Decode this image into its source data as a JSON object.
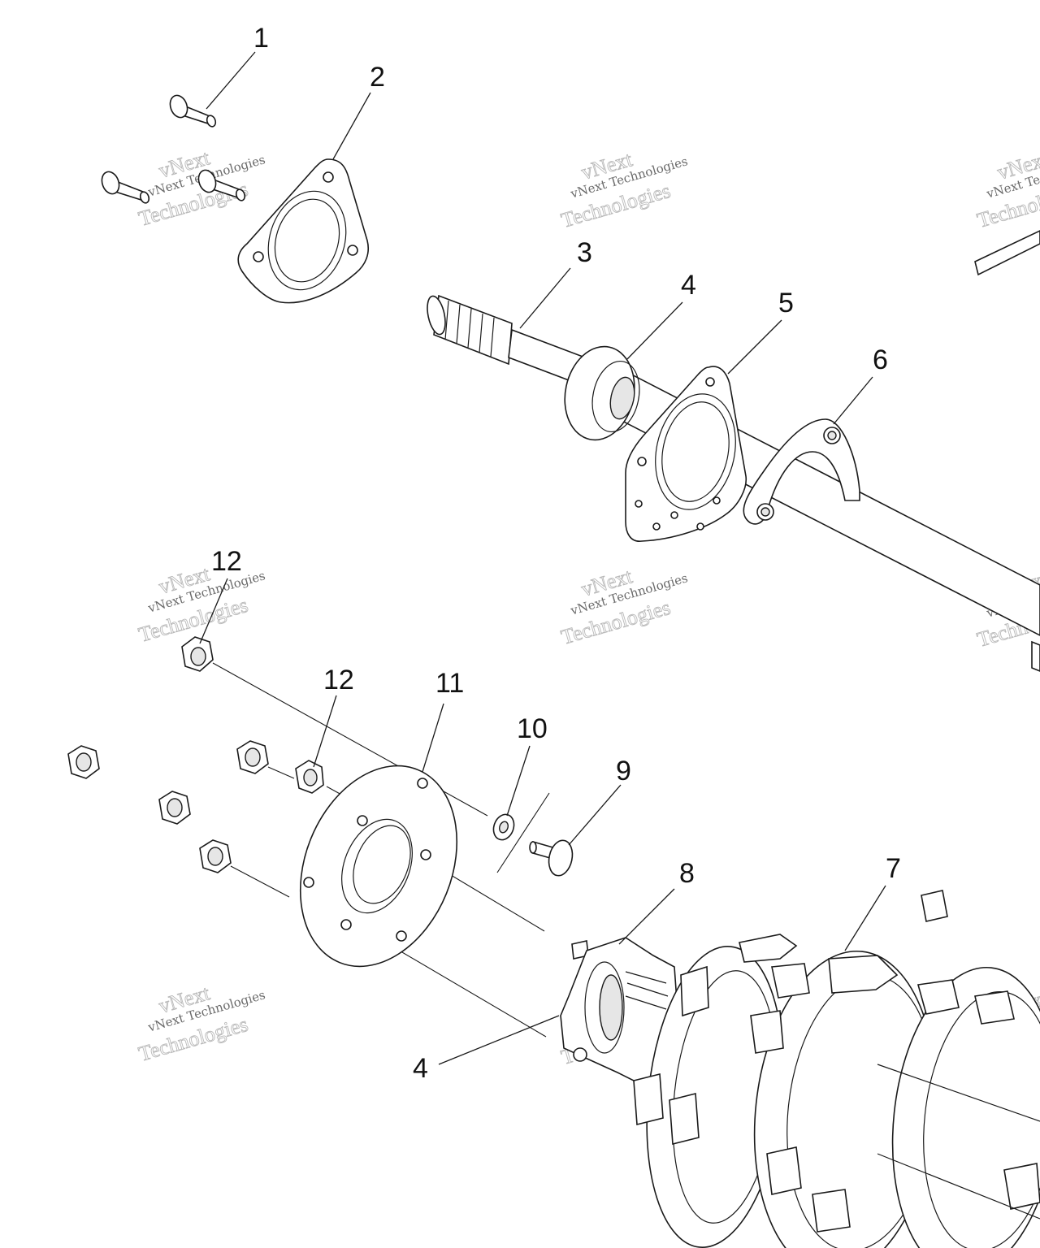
{
  "callouts": {
    "c1": "1",
    "c2": "2",
    "c3": "3",
    "c4a": "4",
    "c5": "5",
    "c6": "6",
    "c7": "7",
    "c8": "8",
    "c9": "9",
    "c10": "10",
    "c11": "11",
    "c12a": "12",
    "c12b": "12",
    "c4b": "4"
  },
  "watermark": {
    "line1": "vNext",
    "line2": "vNext Technologies",
    "line3": "Technologies"
  },
  "colors": {
    "line": "#1a1a1a",
    "watermark": "#b9b9b9"
  }
}
